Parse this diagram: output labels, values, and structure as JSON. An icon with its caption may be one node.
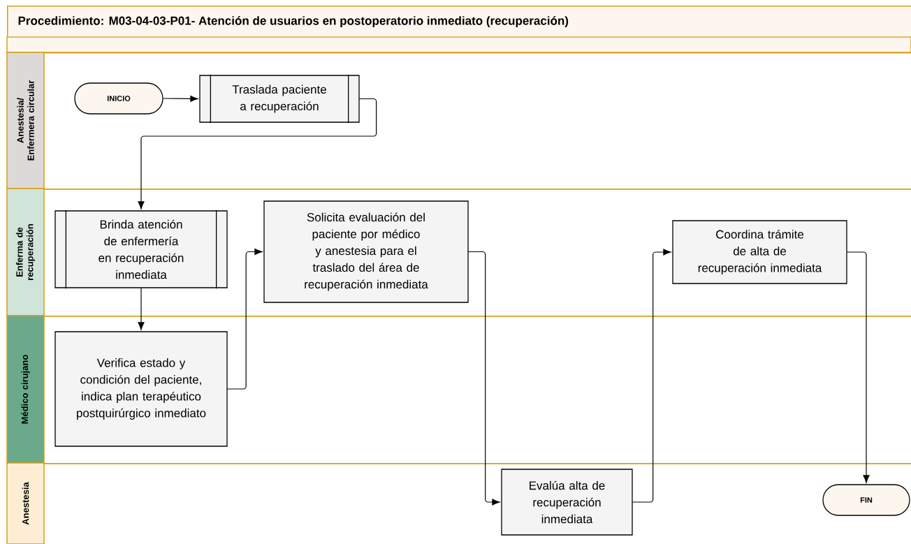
{
  "diagram": {
    "title": "Procedimiento: M03-04-03-P01- Atención de usuarios en postoperatorio inmediato (recuperación)",
    "nodes": [
      {
        "text": [
          "Anestesia/ Enfermera circular"
        ]
      },
      {
        "text": [
          "INICIO"
        ],
        "in": 0
      },
      {
        "text": [
          "Traslada paciente a recuperación"
        ],
        "in": 0
      },
      {
        "text": [
          "Enferma de recuperación"
        ]
      },
      {
        "text": [
          "Brinda atención de enfermería en recuperación inmediata"
        ],
        "in": 3
      },
      {
        "text": [
          "Solicita evaluación del paciente por médico y anestesia para el traslado del área de recuperación inmediata"
        ],
        "in": 3
      },
      {
        "text": [
          "Coordina trámite de alta de recuperación inmediata"
        ],
        "in": 3
      },
      {
        "text": [
          "Médico cirujano"
        ]
      },
      {
        "text": [
          "Verifica estado y condición del paciente, indica plan terapéutico postquirúrgico inmediato"
        ],
        "in": 7
      },
      {
        "text": [
          "Anestesia"
        ]
      },
      {
        "text": [
          "Evalúa alta de recuperación inmediata"
        ],
        "in": 9
      },
      {
        "text": [
          "FIN"
        ],
        "in": 9
      }
    ],
    "edges": [
      {
        "from": 1,
        "to": 2,
        "arrow": "to"
      },
      {
        "from": 2,
        "to": 4,
        "arrow": "to"
      },
      {
        "from": 4,
        "to": 8,
        "arrow": "to"
      },
      {
        "from": 8,
        "to": 5,
        "arrow": "to"
      },
      {
        "from": 5,
        "to": 10,
        "arrow": "to"
      },
      {
        "from": 10,
        "to": 6,
        "arrow": "to"
      },
      {
        "from": 6,
        "to": 11,
        "arrow": "to"
      }
    ]
  }
}
